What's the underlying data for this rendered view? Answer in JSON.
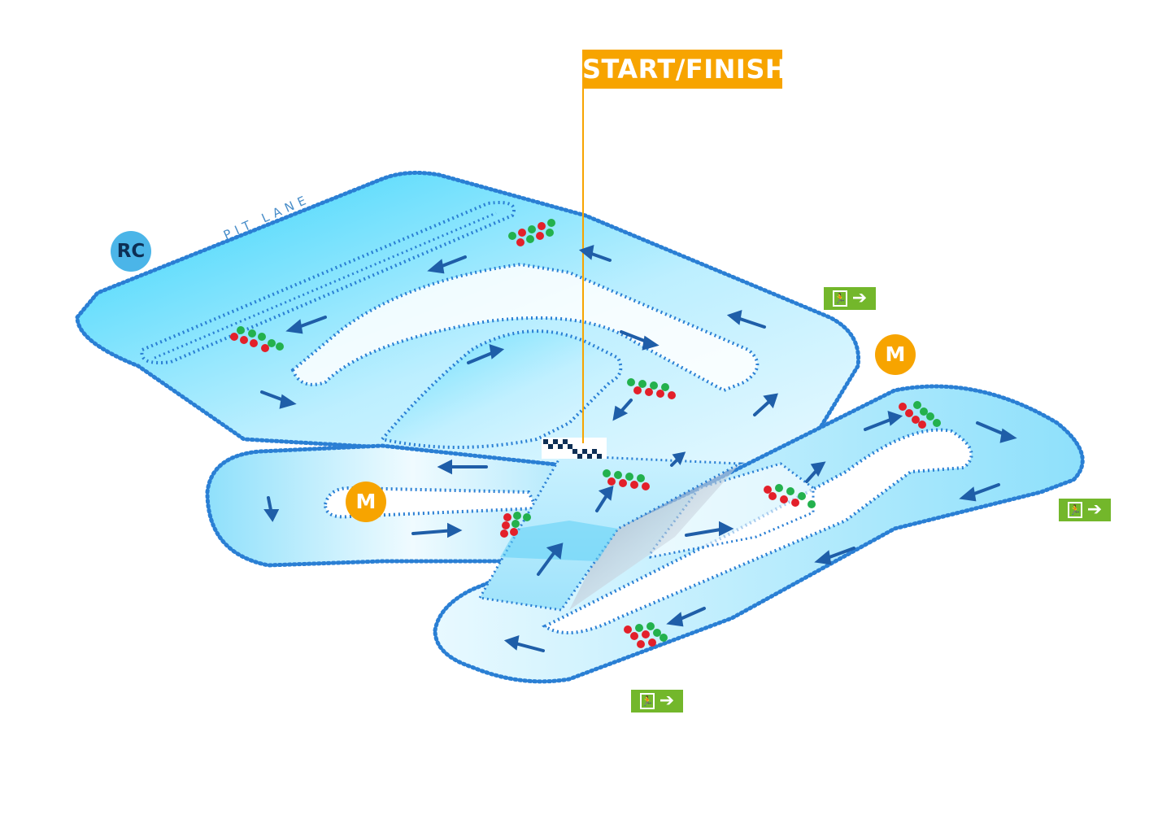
{
  "map": {
    "start_finish_label": "START/FINISH",
    "pit_lane_label": "PIT LANE",
    "race_control_label": "RC",
    "marshal_label": "M",
    "exit_icon": "emergency-exit-icon",
    "colors": {
      "track": "#5fd0f5",
      "track_light": "#e8f8ff",
      "barrier": "#2a7fd4",
      "arrow": "#1f5ea8",
      "accent_orange": "#f7a400",
      "exit_green": "#73b72b",
      "light_green": "#23b14d",
      "light_red": "#e3202a"
    }
  }
}
